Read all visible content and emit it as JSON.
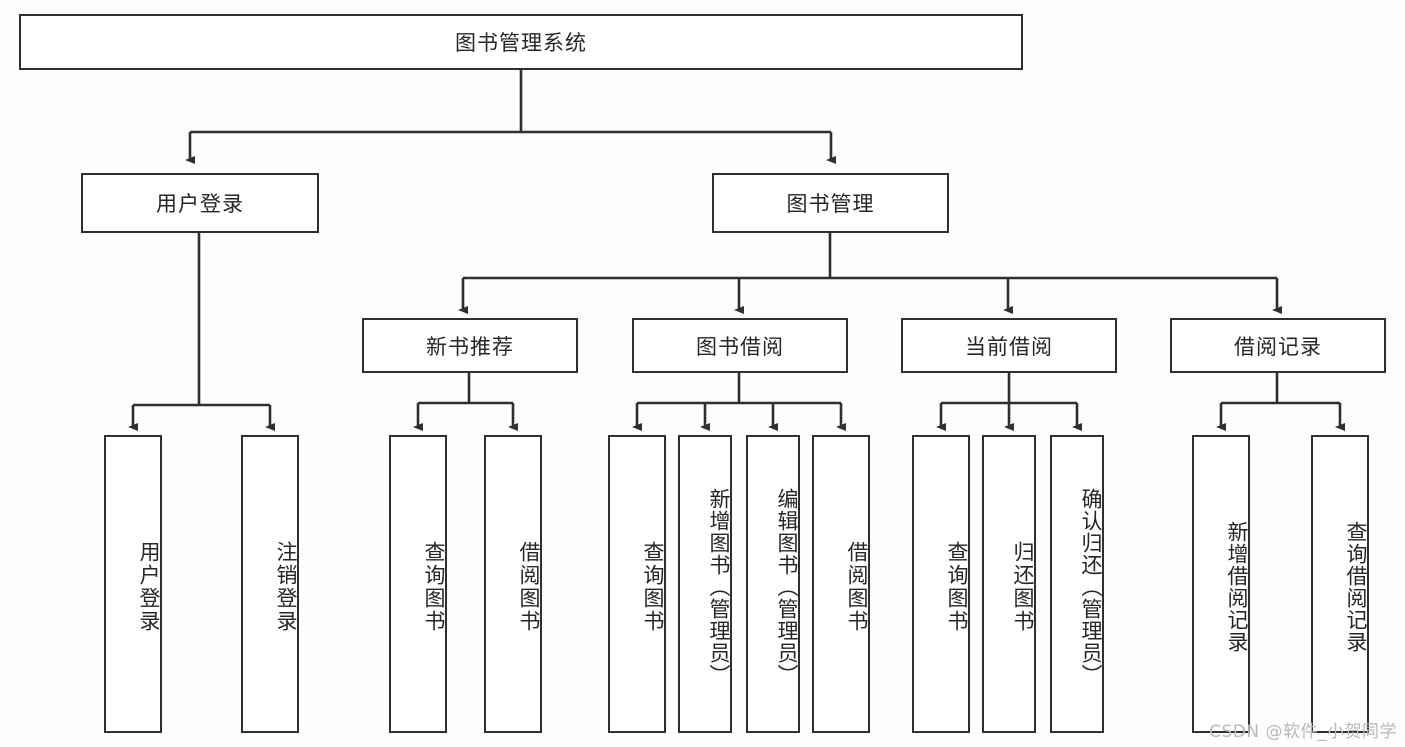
{
  "diagram": {
    "type": "hierarchy-tree",
    "title_node": {
      "label": "图书管理系统",
      "level": 0
    },
    "level1": [
      {
        "label": "用户登录"
      },
      {
        "label": "图书管理"
      }
    ],
    "level2": [
      {
        "label": "新书推荐",
        "parent": "图书管理"
      },
      {
        "label": "图书借阅",
        "parent": "图书管理"
      },
      {
        "label": "当前借阅",
        "parent": "图书管理"
      },
      {
        "label": "借阅记录",
        "parent": "图书管理"
      }
    ],
    "leaves": {
      "user_login": [
        {
          "label": "用户登录"
        },
        {
          "label": "注销登录"
        }
      ],
      "new_book_recommend": [
        {
          "label": "查询图书"
        },
        {
          "label": "借阅图书"
        }
      ],
      "book_borrow": [
        {
          "label": "查询图书"
        },
        {
          "label": "新增图书（管理员）"
        },
        {
          "label": "编辑图书（管理员）"
        },
        {
          "label": "借阅图书"
        }
      ],
      "current_borrow": [
        {
          "label": "查询图书"
        },
        {
          "label": "归还图书"
        },
        {
          "label": "确认归还（管理员）"
        }
      ],
      "borrow_record": [
        {
          "label": "新增借阅记录"
        },
        {
          "label": "查询借阅记录"
        }
      ]
    }
  },
  "watermark": {
    "text": "CSDN @软件_小贺同学"
  },
  "colors": {
    "stroke": "#2f2f2f",
    "box_fill": "#ffffff",
    "text": "#262626",
    "background": "#fdfdfd",
    "watermark": "#b8b8b8"
  }
}
